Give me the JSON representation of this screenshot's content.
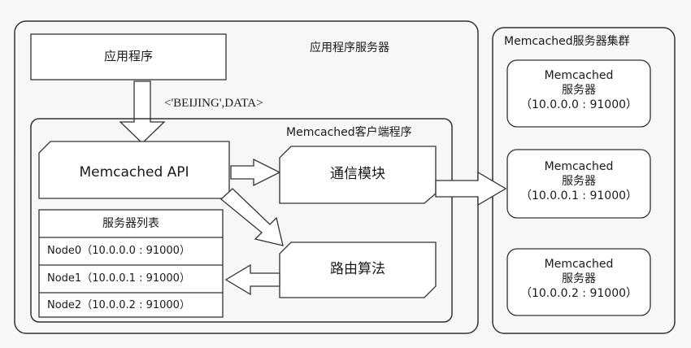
{
  "app_server": {
    "title": "应用程序服务器",
    "application": "应用程序",
    "request": "<'BEIJING',DATA>"
  },
  "client": {
    "title": "Memcached客户端程序",
    "api": "Memcached API",
    "comm_module": "通信模块",
    "routing": "路由算法",
    "server_list": {
      "title": "服务器列表",
      "nodes": [
        "Node0（10.0.0.0 : 91000）",
        "Node1（10.0.0.1 : 91000）",
        "Node2（10.0.0.2 : 91000）"
      ]
    }
  },
  "cluster": {
    "title": "Memcached服务器集群",
    "servers": [
      {
        "name": "Memcached",
        "role": "服务器",
        "addr": "（10.0.0.0 : 91000）"
      },
      {
        "name": "Memcached",
        "role": "服务器",
        "addr": "（10.0.0.1 : 91000）"
      },
      {
        "name": "Memcached",
        "role": "服务器",
        "addr": "（10.0.0.2 : 91000）"
      }
    ]
  }
}
